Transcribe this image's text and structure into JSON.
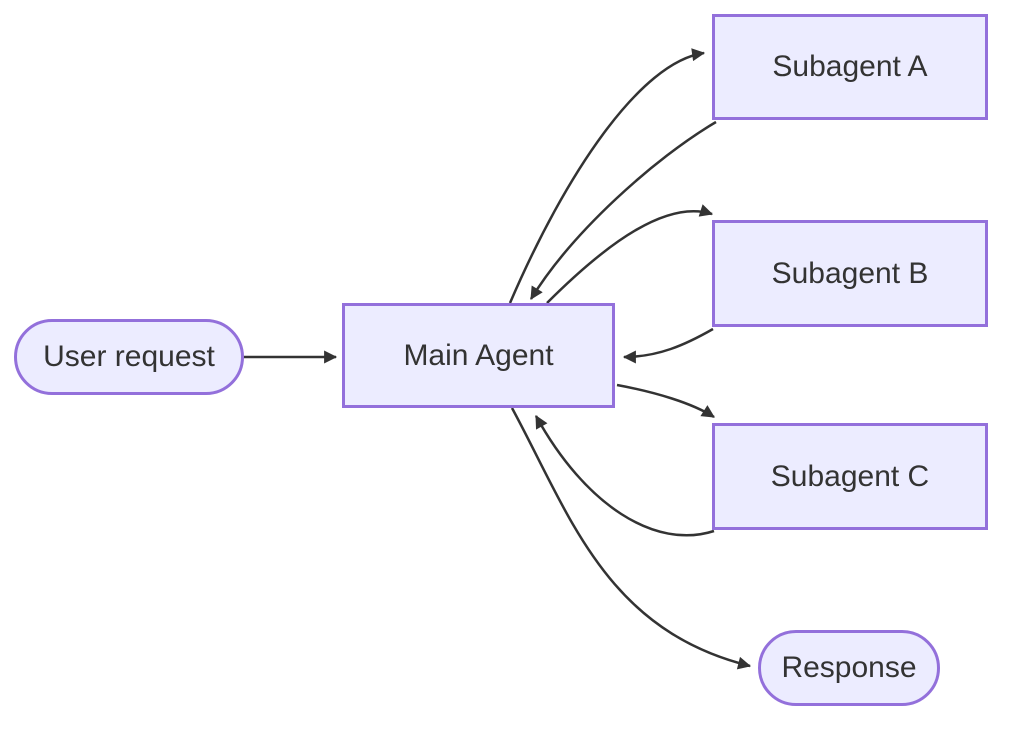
{
  "diagram": {
    "type": "flowchart",
    "direction": "left-to-right",
    "nodes": [
      {
        "id": "user_request",
        "label": "User request",
        "shape": "stadium"
      },
      {
        "id": "main_agent",
        "label": "Main Agent",
        "shape": "rectangle"
      },
      {
        "id": "subagent_a",
        "label": "Subagent A",
        "shape": "rectangle"
      },
      {
        "id": "subagent_b",
        "label": "Subagent B",
        "shape": "rectangle"
      },
      {
        "id": "subagent_c",
        "label": "Subagent C",
        "shape": "rectangle"
      },
      {
        "id": "response",
        "label": "Response",
        "shape": "stadium"
      }
    ],
    "edges": [
      {
        "from": "user_request",
        "to": "main_agent",
        "arrow": "to"
      },
      {
        "from": "main_agent",
        "to": "subagent_a",
        "arrow": "to"
      },
      {
        "from": "subagent_a",
        "to": "main_agent",
        "arrow": "to"
      },
      {
        "from": "main_agent",
        "to": "subagent_b",
        "arrow": "to"
      },
      {
        "from": "subagent_b",
        "to": "main_agent",
        "arrow": "to"
      },
      {
        "from": "main_agent",
        "to": "subagent_c",
        "arrow": "to"
      },
      {
        "from": "subagent_c",
        "to": "main_agent",
        "arrow": "to"
      },
      {
        "from": "main_agent",
        "to": "response",
        "arrow": "to"
      }
    ],
    "colors": {
      "node_fill": "#ECECFF",
      "node_border": "#9370DB",
      "edge_line": "#333333",
      "text": "#333333",
      "background": "#FFFFFF"
    }
  }
}
